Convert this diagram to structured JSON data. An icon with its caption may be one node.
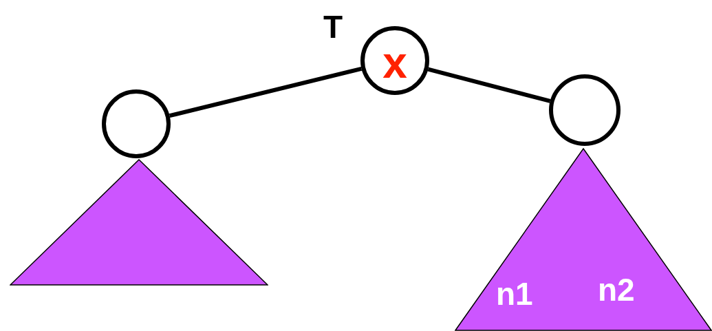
{
  "diagram": {
    "nodes": [
      {
        "text": [
          "x"
        ]
      },
      {
        "text": [],
        "shape": "circle"
      },
      {
        "text": [],
        "shape": "circle"
      },
      {
        "text": [],
        "shape": "triangle"
      },
      {
        "text": [
          "n1",
          "n2"
        ]
      }
    ],
    "edges": [
      {
        "from": 0,
        "to": 1,
        "arrow": "none"
      },
      {
        "from": 0,
        "to": 2,
        "arrow": "none"
      }
    ],
    "labels": [
      "T"
    ]
  }
}
